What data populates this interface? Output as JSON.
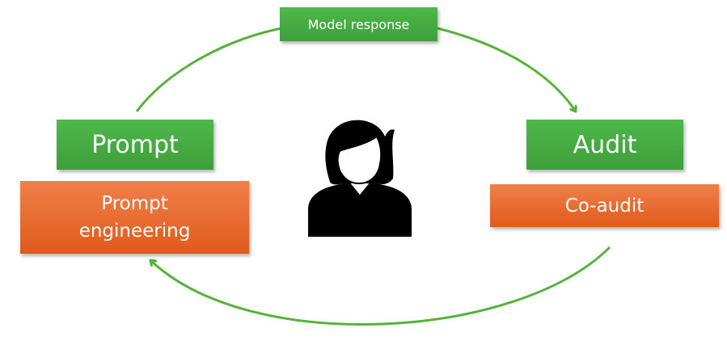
{
  "labels": {
    "model_response": "Model response",
    "prompt": "Prompt",
    "audit": "Audit",
    "prompt_engineering_line1": "Prompt",
    "prompt_engineering_line2": "engineering",
    "co_audit": "Co-audit"
  },
  "icons": {
    "person": "person-icon"
  },
  "colors": {
    "green": "#46ab42",
    "orange": "#e8682c",
    "arrow": "#55b33b",
    "person": "#000000"
  }
}
